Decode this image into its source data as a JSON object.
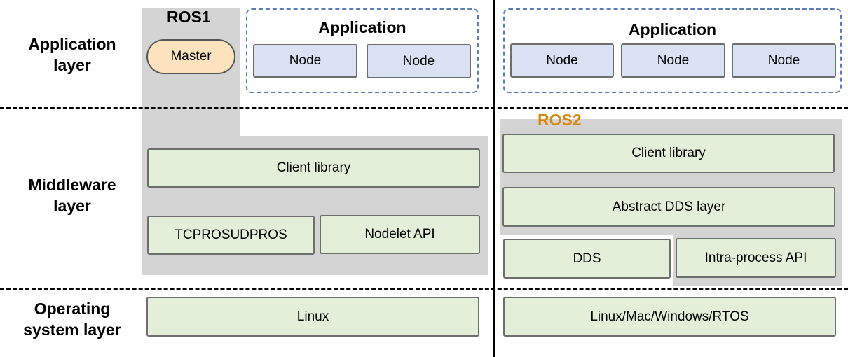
{
  "layers": {
    "application": "Application\nlayer",
    "middleware": "Middleware\nlayer",
    "os": "Operating\nsystem layer"
  },
  "ros1": {
    "title": "ROS1",
    "master": "Master",
    "application_title": "Application",
    "nodes": [
      "Node",
      "Node"
    ],
    "client_library": "Client library",
    "transport": "TCPROSUDPROS",
    "nodelet": "Nodelet API",
    "os": "Linux"
  },
  "ros2": {
    "title": "ROS2",
    "title_color": "#d9870f",
    "application_title": "Application",
    "nodes": [
      "Node",
      "Node",
      "Node"
    ],
    "client_library": "Client library",
    "abstract_dds": "Abstract DDS layer",
    "dds": "DDS",
    "intra_process": "Intra-process API",
    "os": "Linux/Mac/Windows/RTOS"
  }
}
